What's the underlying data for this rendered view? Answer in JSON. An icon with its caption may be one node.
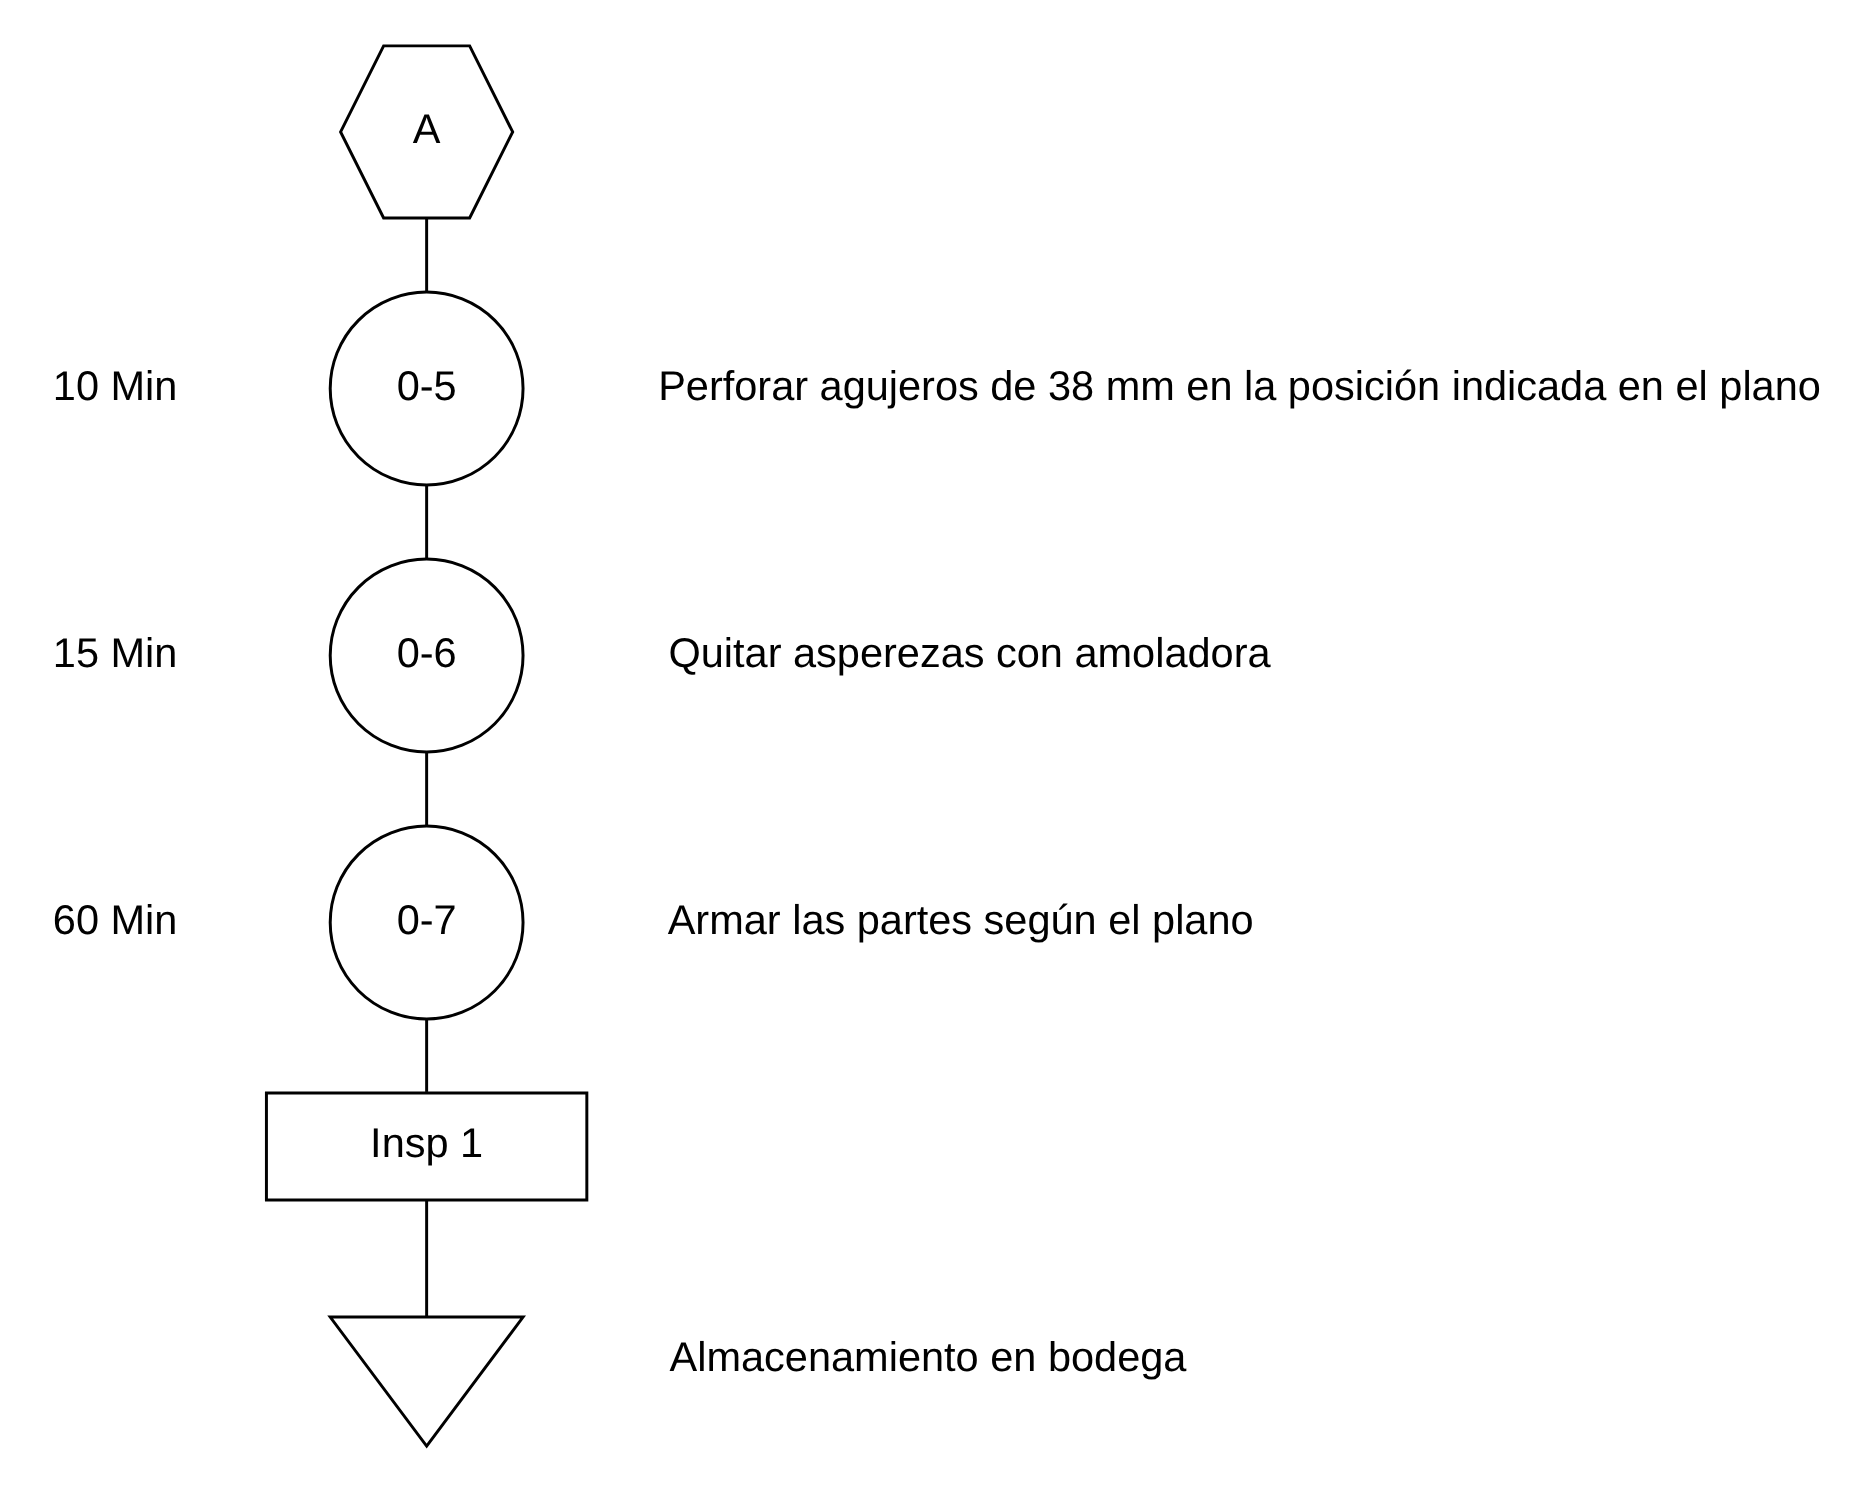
{
  "diagram": {
    "nodes": [
      {
        "text": [
          "A"
        ]
      },
      {
        "text": [
          "0-5"
        ],
        "beside": [
          "10 Min",
          "Perforar agujeros de 38 mm en la posición indicada en el plano"
        ]
      },
      {
        "text": [
          "0-6"
        ],
        "beside": [
          "15 Min",
          "Quitar asperezas con amoladora"
        ]
      },
      {
        "text": [
          "0-7"
        ],
        "beside": [
          "60 Min",
          "Armar las partes según el plano"
        ]
      },
      {
        "text": [
          "Insp 1"
        ]
      },
      {
        "text": [],
        "shape": "triangle",
        "beside": [
          "Almacenamiento en bodega"
        ]
      }
    ],
    "edges": [
      {
        "from": 0,
        "to": 1,
        "arrow": "none"
      },
      {
        "from": 1,
        "to": 2,
        "arrow": "none"
      },
      {
        "from": 2,
        "to": 3,
        "arrow": "none"
      },
      {
        "from": 3,
        "to": 4,
        "arrow": "none"
      },
      {
        "from": 4,
        "to": 5,
        "arrow": "none"
      }
    ]
  }
}
